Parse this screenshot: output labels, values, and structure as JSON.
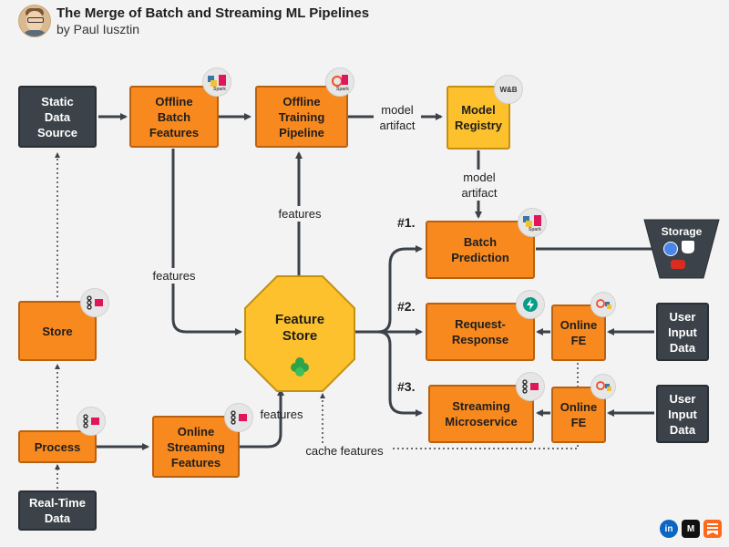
{
  "header": {
    "title": "The Merge of Batch and Streaming ML Pipelines",
    "author": "by Paul Iusztin"
  },
  "nodes": {
    "static_data_source": "Static\nData\nSource",
    "offline_batch_features": "Offline\nBatch\nFeatures",
    "offline_training_pipeline": "Offline\nTraining\nPipeline",
    "model_registry": "Model\nRegistry",
    "batch_prediction": "Batch\nPrediction",
    "storage": "Storage",
    "store": "Store",
    "feature_store": "Feature\nStore",
    "request_response": "Request-\nResponse",
    "online_fe_1": "Online\nFE",
    "online_fe_2": "Online\nFE",
    "user_input_data_1": "User\nInput\nData",
    "user_input_data_2": "User\nInput\nData",
    "streaming_microservice": "Streaming\nMicroservice",
    "process": "Process",
    "online_streaming_features": "Online\nStreaming\nFeatures",
    "real_time_data": "Real-Time\nData"
  },
  "edge_labels": {
    "model_artifact_1": "model\nartifact",
    "model_artifact_2": "model\nartifact",
    "features_up": "features",
    "features_left": "features",
    "features_streaming": "features",
    "cache_features": "cache features"
  },
  "pattern_labels": {
    "p1": "#1.",
    "p2": "#2.",
    "p3": "#3."
  },
  "badges": {
    "spark": "Spark",
    "wandb": "W&B"
  },
  "social": {
    "linkedin": "in",
    "medium": "M"
  },
  "colors": {
    "orange": "#f7891e",
    "dark": "#3b4249",
    "yellow": "#fcc12c",
    "line": "#3b4249",
    "background": "#f4f3f3"
  }
}
